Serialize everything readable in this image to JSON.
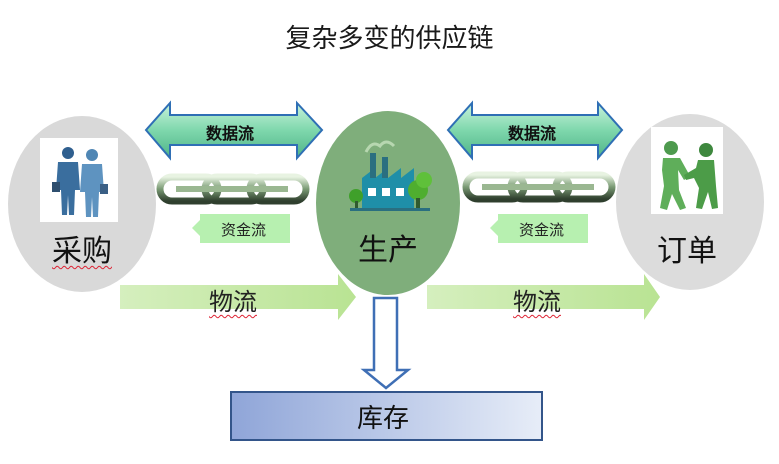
{
  "title": "复杂多变的供应链",
  "nodes": {
    "procurement": "采购",
    "production": "生产",
    "order": "订单",
    "inventory": "库存"
  },
  "flows": {
    "data_left": "数据流",
    "data_right": "数据流",
    "cash_left": "资金流",
    "cash_right": "资金流",
    "logistics_left": "物流",
    "logistics_right": "物流"
  },
  "colors": {
    "procurement_circle": "#d9d9d9",
    "production_circle": "#7fae7b",
    "order_circle": "#d9d9d9",
    "data_arrow": "#7fd0a8",
    "cash_box": "#b7f0b0",
    "logistics_arrow": "#c6e9a6",
    "inventory_box": "#aabbe0"
  },
  "icons": {
    "procurement": "business-people-icon",
    "production": "factory-icon",
    "order": "handshake-icon",
    "link": "chain-icon"
  }
}
